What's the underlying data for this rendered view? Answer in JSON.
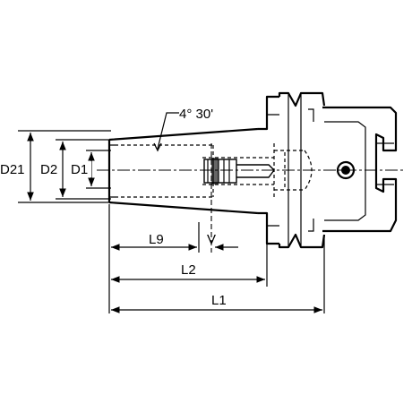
{
  "drawing": {
    "taper_label": "4° 30'",
    "dimensions": {
      "d21": "D21",
      "d2": "D2",
      "d1": "D1",
      "l9": "L9",
      "v": "V",
      "l2": "L2",
      "l1": "L1"
    },
    "line_color": "#000000",
    "background": "#ffffff"
  }
}
